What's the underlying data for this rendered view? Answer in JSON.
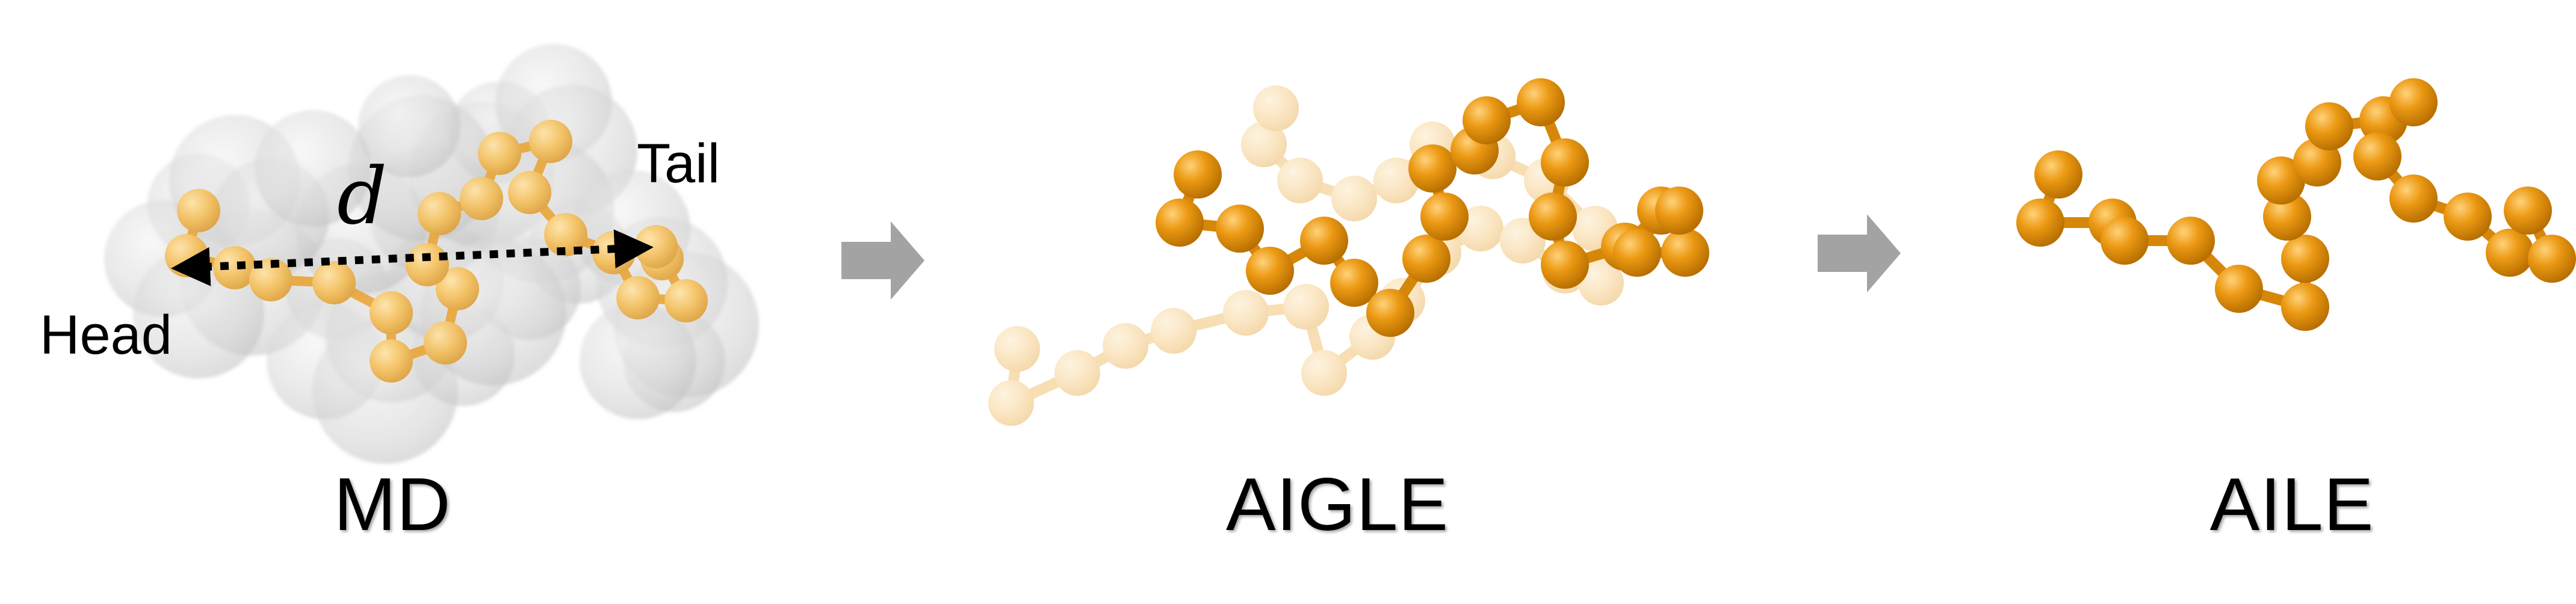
{
  "figure": {
    "panels": [
      {
        "id": "md",
        "title": "MD"
      },
      {
        "id": "aigle",
        "title": "AIGLE"
      },
      {
        "id": "aile",
        "title": "AILE"
      }
    ],
    "annotations": {
      "head": "Head",
      "tail": "Tail",
      "distance_symbol": "d"
    },
    "colors": {
      "bead_orange": "#E8940F",
      "bead_light": "#F6C76B",
      "bead_ghost": "#F9DDAE",
      "cloud_gray": "#CFCFCF",
      "arrow_gray": "#A3A3A3"
    },
    "icons": [
      "process-arrow-icon",
      "double-headed-dotted-arrow-icon"
    ]
  }
}
